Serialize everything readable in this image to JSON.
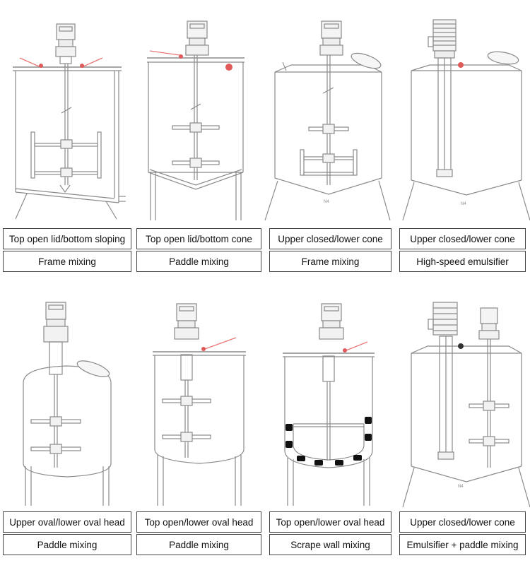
{
  "tanks": [
    {
      "title": "Top open lid/bottom sloping",
      "mixing": "Frame mixing"
    },
    {
      "title": "Top open lid/bottom cone",
      "mixing": "Paddle mixing"
    },
    {
      "title": "Upper closed/lower cone",
      "mixing": "Frame mixing"
    },
    {
      "title": "Upper closed/lower cone",
      "mixing": "High-speed emulsifier"
    },
    {
      "title": "Upper oval/lower oval head",
      "mixing": "Paddle mixing"
    },
    {
      "title": "Top open/lower oval head",
      "mixing": "Paddle mixing"
    },
    {
      "title": "Top open/lower oval head",
      "mixing": "Scrape wall mixing"
    },
    {
      "title": "Upper closed/lower cone",
      "mixing": "Emulsifier + paddle mixing"
    }
  ],
  "colors": {
    "line": "#8a8a8a",
    "valve": "#e05a5a",
    "pipe": "#e87878",
    "border": "#444444"
  }
}
